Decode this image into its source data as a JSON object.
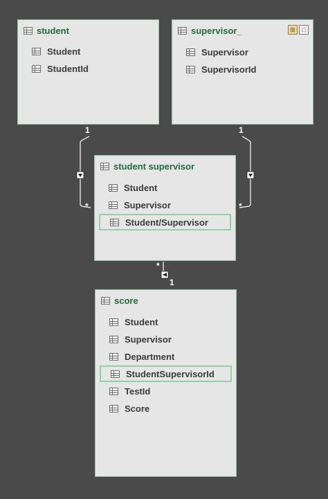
{
  "tables": {
    "student": {
      "title": "student",
      "fields": [
        "Student",
        "StudentId"
      ]
    },
    "supervisor": {
      "title": "supervisor_",
      "fields": [
        "Supervisor",
        "SupervisorId"
      ]
    },
    "student_supervisor": {
      "title": "student supervisor",
      "fields": [
        "Student",
        "Supervisor",
        "Student/Supervisor"
      ]
    },
    "score": {
      "title": "score",
      "fields": [
        "Student",
        "Supervisor",
        "Department",
        "StudentSupervisorId",
        "TestId",
        "Score"
      ]
    }
  },
  "relationships": {
    "left": {
      "one": "1",
      "many": "*"
    },
    "right": {
      "one": "1",
      "many": "*"
    },
    "bottom": {
      "one": "1",
      "many": "*"
    }
  },
  "icons": {
    "table": "table-icon",
    "arrow": "direction-arrow-icon",
    "corner_buttons": [
      "hierarchy-icon",
      "maximize-icon"
    ]
  },
  "colors": {
    "canvas": "#4a4a4a",
    "card": "#e6e6e6",
    "title": "#1e6b3a",
    "selection": "#8fd1a8"
  }
}
